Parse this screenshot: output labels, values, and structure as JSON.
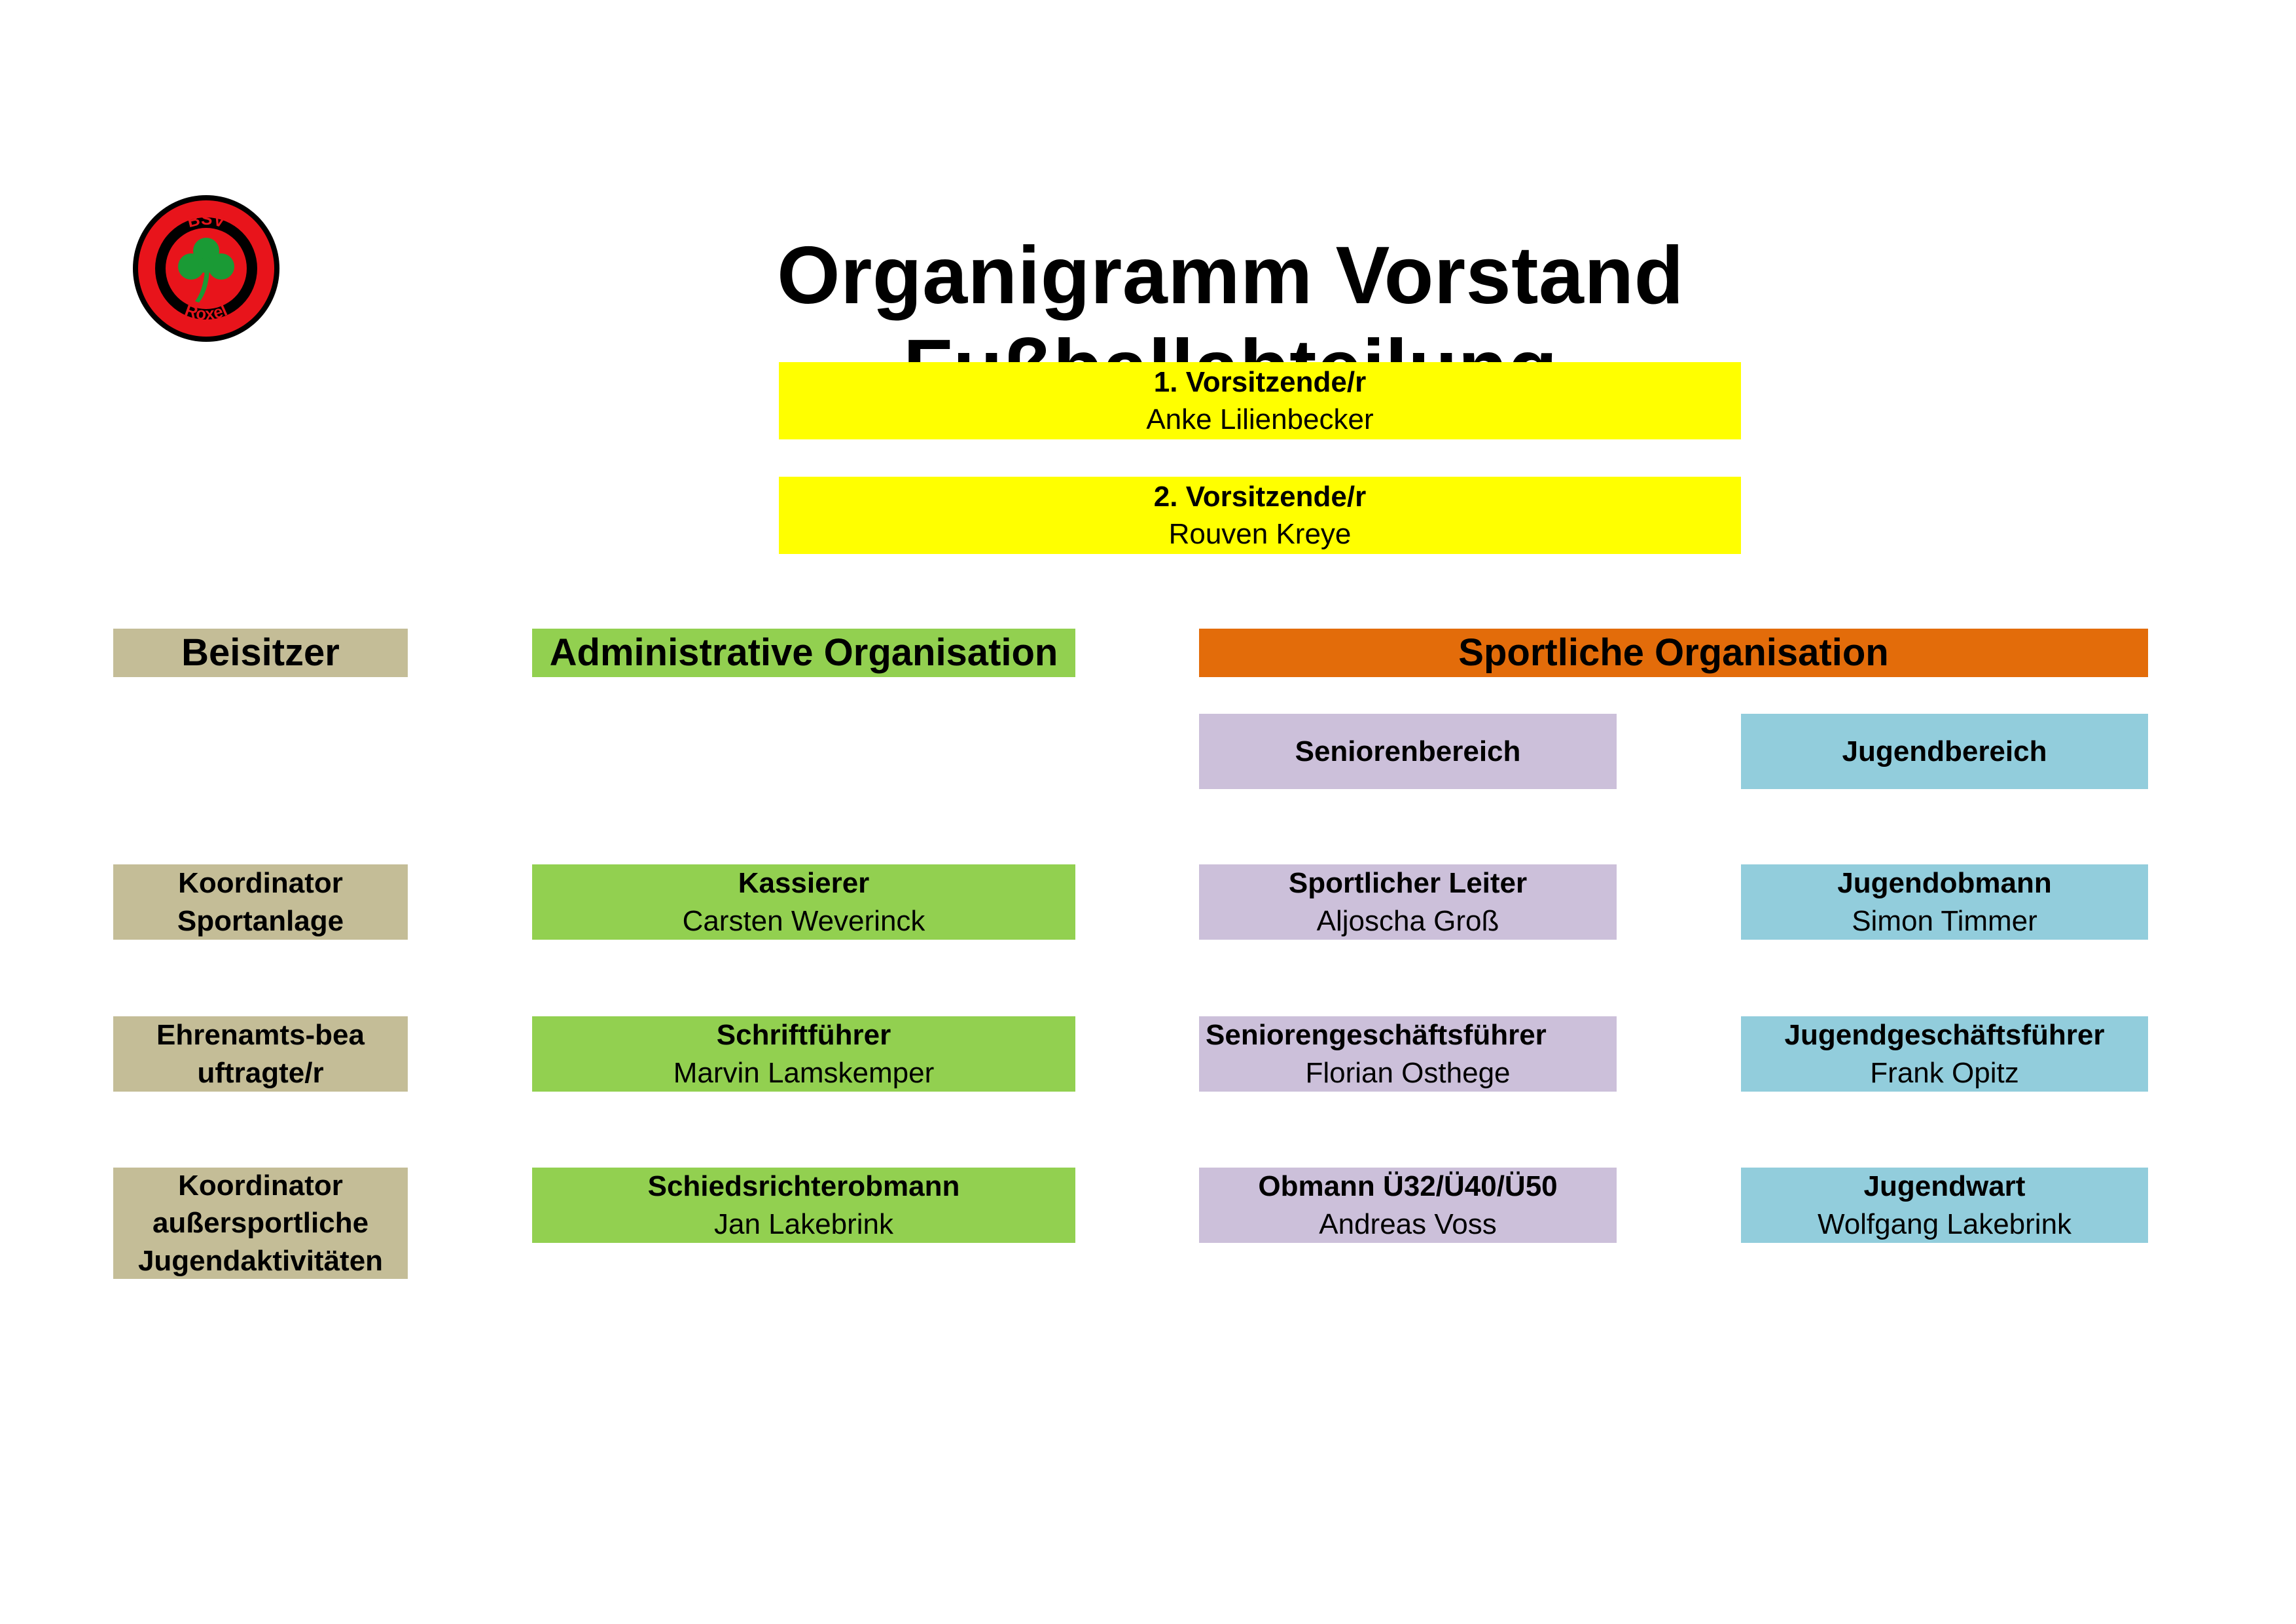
{
  "logo": {
    "top_text": "BSV",
    "bottom_text": "Roxel",
    "icon": "shamrock-icon"
  },
  "title": "Organigramm Vorstand Fußballabteilung",
  "leadership": [
    {
      "role": "1. Vorsitzende/r",
      "name": "Anke Lilienbecker"
    },
    {
      "role": "2. Vorsitzende/r",
      "name": "Rouven Kreye"
    }
  ],
  "columns": {
    "beisitzer": {
      "header": "Beisitzer",
      "items": [
        "Koordinator Sportanlage",
        "Ehrenamts-beauftragte/r",
        "Koordinator außersportliche Jugendaktivitäten"
      ]
    },
    "admin": {
      "header": "Administrative Organisation",
      "items": [
        {
          "role": "Kassierer",
          "name": "Carsten Weverinck"
        },
        {
          "role": "Schriftführer",
          "name": "Marvin Lamskemper"
        },
        {
          "role": "Schiedsrichterobmann",
          "name": "Jan Lakebrink"
        }
      ]
    },
    "sport": {
      "header": "Sportliche Organisation",
      "senior": {
        "header": "Seniorenbereich",
        "items": [
          {
            "role": "Sportlicher Leiter",
            "name": "Aljoscha Groß"
          },
          {
            "role": "Seniorengeschäftsführer",
            "name": "Florian Osthege"
          },
          {
            "role": "Obmann Ü32/Ü40/Ü50",
            "name": "Andreas Voss"
          }
        ]
      },
      "youth": {
        "header": "Jugendbereich",
        "items": [
          {
            "role": "Jugendobmann",
            "name": "Simon Timmer"
          },
          {
            "role": "Jugendgeschäftsführer",
            "name": "Frank Opitz"
          },
          {
            "role": "Jugendwart",
            "name": "Wolfgang Lakebrink"
          }
        ]
      }
    }
  },
  "colors": {
    "leadership": "#ffff00",
    "beisitzer": "#c4bd97",
    "admin": "#92d050",
    "sport": "#e36c0a",
    "senior": "#ccc0da",
    "youth": "#92cddc",
    "logo_red": "#e8141b",
    "logo_green": "#1a9a35"
  }
}
